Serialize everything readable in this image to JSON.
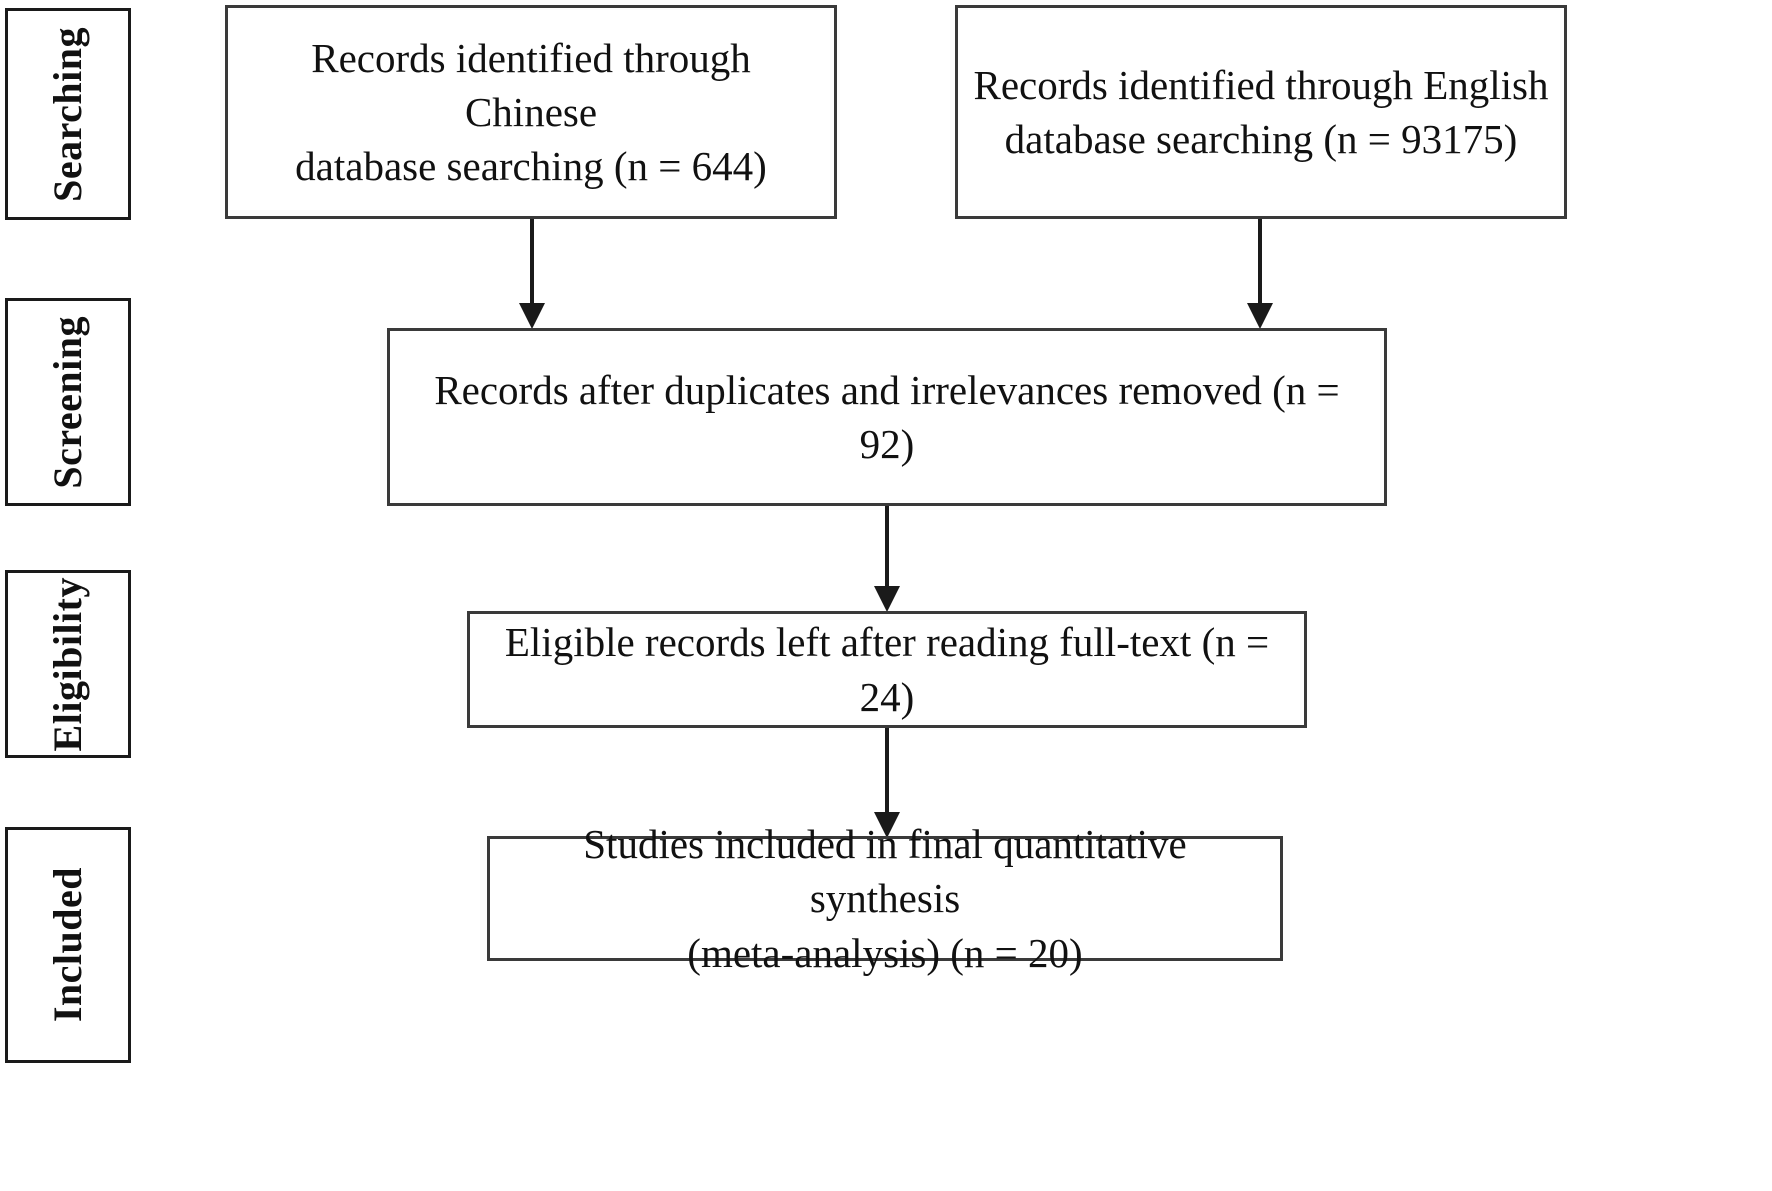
{
  "diagram": {
    "title": "PRISMA study selection flow diagram",
    "stages": [
      {
        "id": "searching",
        "label": "Searching"
      },
      {
        "id": "screening",
        "label": "Screening"
      },
      {
        "id": "eligibility",
        "label": "Eligibility"
      },
      {
        "id": "included",
        "label": "Included"
      }
    ],
    "boxes": [
      {
        "id": "chinese-records",
        "text": "Records identified through Chinese\ndatabase searching (n = 644)",
        "count": 644
      },
      {
        "id": "english-records",
        "text": "Records identified through English\ndatabase searching (n = 93175)",
        "count": 93175
      },
      {
        "id": "after-duplicates",
        "text": "Records after duplicates and irrelevances removed (n = 92)",
        "count": 92
      },
      {
        "id": "eligible-records",
        "text": "Eligible records left after reading full-text (n = 24)",
        "count": 24
      },
      {
        "id": "included-studies",
        "text": "Studies included in final quantitative synthesis\n(meta-analysis) (n = 20)",
        "count": 20
      }
    ],
    "colors": {
      "border": "#3a3a3a",
      "stage_border": "#1a1a1a",
      "arrow": "#1a1a1a",
      "text": "#111111",
      "background": "#ffffff"
    }
  }
}
